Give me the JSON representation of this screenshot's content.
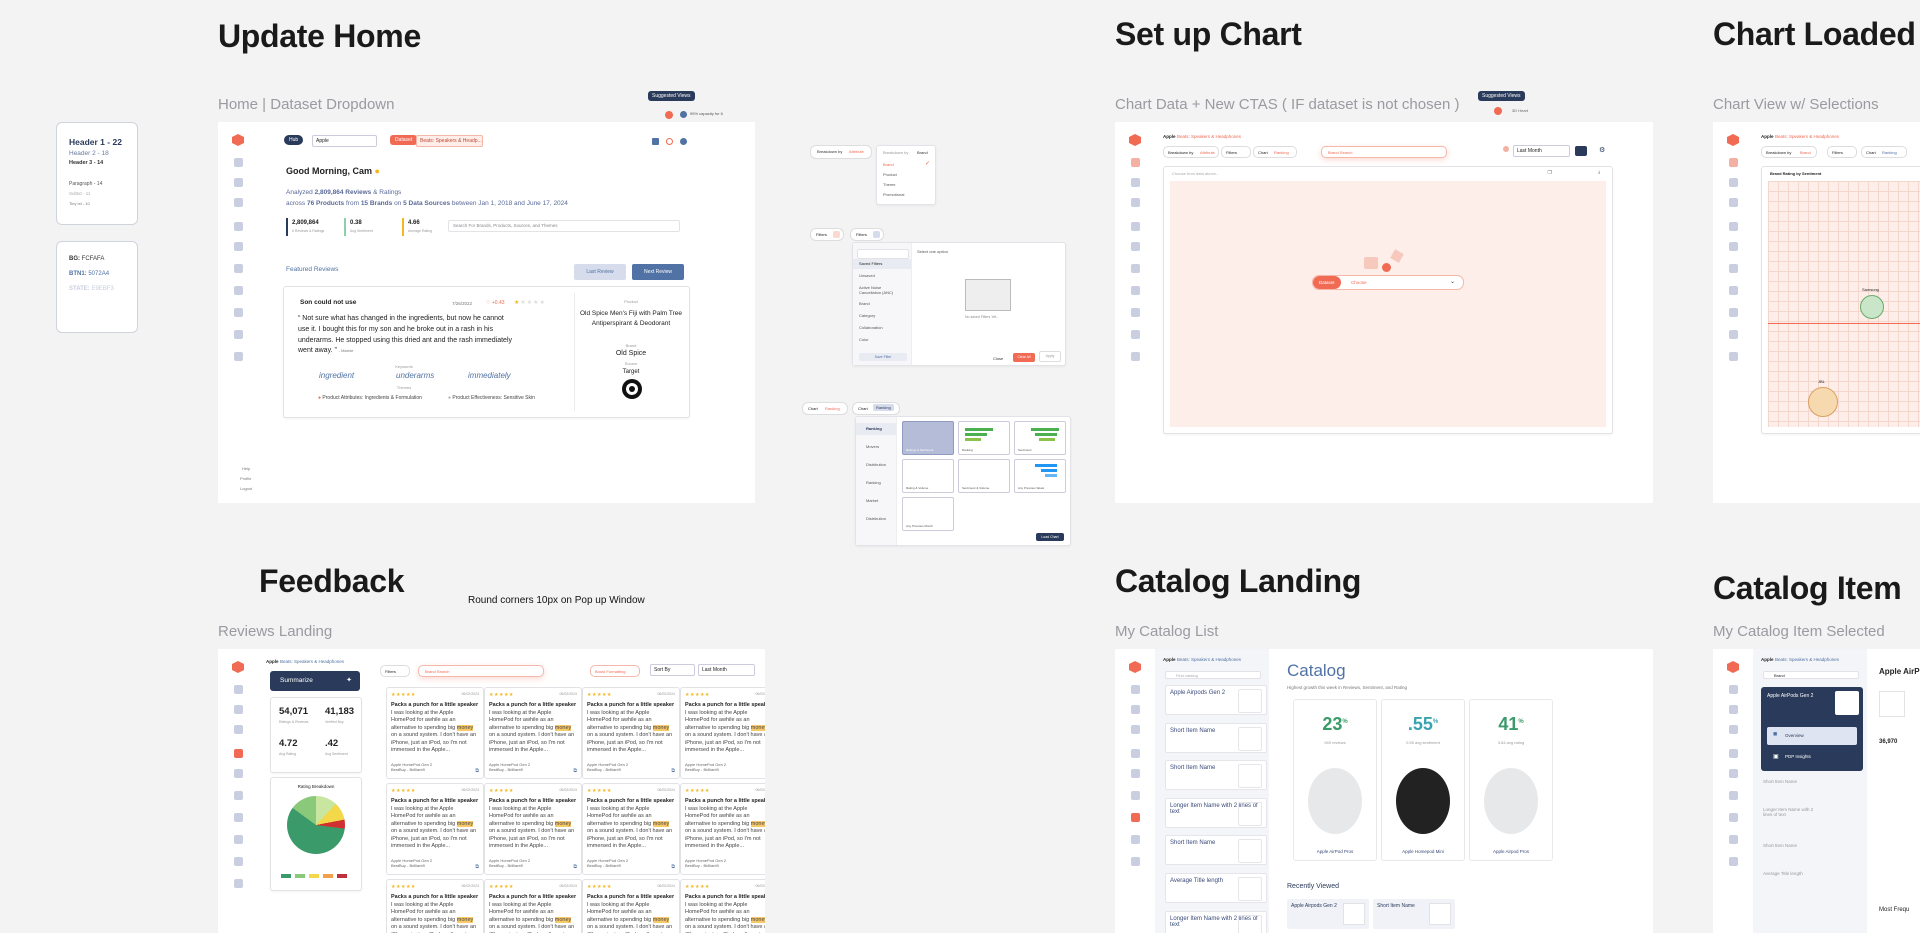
{
  "sections": {
    "update_home": {
      "title": "Update Home",
      "subtitle": "Home | Dataset Dropdown"
    },
    "setup_chart": {
      "title": "Set up Chart",
      "subtitle": "Chart Data + New CTAS ( IF dataset is not chosen )"
    },
    "chart_loaded": {
      "title": "Chart Loaded",
      "subtitle": "Chart View w/ Selections"
    },
    "feedback": {
      "title": "Feedback",
      "subtitle": "Reviews Landing",
      "note": "Round corners 10px on Pop up Window"
    },
    "catalog_landing": {
      "title": "Catalog Landing",
      "subtitle": "My Catalog List"
    },
    "catalog_item": {
      "title": "Catalog Item",
      "subtitle": "My Catalog Item Selected"
    }
  },
  "style_notes": {
    "typography": {
      "h1": "Header 1 - 22",
      "h2": "Header 2 - 18",
      "h3": "Header 3 - 14",
      "p": "Paragraph - 14",
      "sub": "Subtxt - 11",
      "tiny": "Tiny txt - 10"
    },
    "colors": {
      "bg_label": "BG:",
      "bg": "FCFAFA",
      "btn_label": "BTN1:",
      "btn": "5072A4",
      "state_label": "STATE:",
      "state": "E9EBF3"
    }
  },
  "home": {
    "suggested_tip": "Suggested Views",
    "hub_label": "Hub",
    "company": "Apple",
    "dataset_label": "Dataset",
    "dataset_value": "Beats: Speakers & Headp...",
    "capacity": "95% capacity for 6",
    "greeting": "Good Morning, Cam",
    "analyzed_prefix": "Analyzed",
    "analyzed_reviews": "2,809,864 Reviews",
    "analyzed_suffix": "& Ratings",
    "across_prefix": "across",
    "products": "76 Products",
    "from": "from",
    "brands": "15 Brands",
    "on": "on",
    "sources": "5 Data Sources",
    "between": "between Jan 1, 2018 and June 17, 2024",
    "kpis": [
      {
        "value": "2,809,864",
        "label": "# Reviews & Ratings"
      },
      {
        "value": "0.38",
        "label": "Avg Sentiment"
      },
      {
        "value": "4.66",
        "label": "Average Rating"
      }
    ],
    "search_placeholder": "Search For Brands, Products, Sources, and Themes",
    "featured_label": "Featured Reviews",
    "last_review": "Last Review",
    "next_review": "Next Review",
    "review": {
      "title": "Son could not use",
      "date": "7/26/2022",
      "likes": "+0.43",
      "quote": "Not sure what has changed in the ingredients, but now he cannot use it. I bought this for my son and he broke out in a rash in his underarms. He stopped using this dried ant and the rash immediately went away.",
      "author": "- Marnie",
      "keywords_label": "Keywords",
      "keywords": [
        "ingredient",
        "underarms",
        "immediately"
      ],
      "themes_label": "Themes",
      "themes": [
        "Product Attributes: Ingredients & Formulation",
        "Product Effectiveness: Sensitive Skin"
      ],
      "product_label": "Product",
      "product": "Old Spice Men's Fiji with Palm Tree Antiperspirant & Deodorant",
      "brand_label": "Brand",
      "brand": "Old Spice",
      "source_label": "Source",
      "target_label": "Target"
    },
    "rail_footer": [
      "Help",
      "Profile",
      "Logout"
    ]
  },
  "popovers": {
    "breakdown_label": "Breakdown by",
    "breakdown_value": "Attribute",
    "breakdown_options": [
      "Brand",
      "Product",
      "Theme",
      "Promotional"
    ],
    "filters_label": "Filters",
    "filter_panel_items": [
      "Saved Filters",
      "Unsaved",
      "Active Noise Cancellation (ANC)",
      "Brand",
      "Category",
      "Collaboration",
      "Color"
    ],
    "filter_select_one": "Select one option",
    "filter_empty": "No saved Filters Yet...",
    "save_filter": "Save Filter",
    "close": "Close",
    "clear_all": "Clear All",
    "apply": "Apply",
    "chart_label": "Chart",
    "chart_value": "Ranking",
    "chart_types": [
      "Ranking",
      "Movers",
      "Distribution",
      "Ranking",
      "Market",
      "Distribution"
    ],
    "chart_thumbs": [
      "Ratings & Sentiment",
      "Ranking",
      "Sentiment",
      "Rating & Volume",
      "Sentiment & Volume",
      "Any Previous Week",
      "Any Previous Month"
    ],
    "load_chart": "Load Chart"
  },
  "setup": {
    "company": "Apple",
    "breadcrumb": "Beats: Speakers & Headphones",
    "breakdown": "Breakdown by",
    "breakdown_val": "Attribute",
    "filters": "Filters",
    "chart": "Chart",
    "chart_val": "Ranking",
    "brand_search": "Brand Search",
    "range": "Last Month",
    "suggested_tip": "Suggested Views",
    "saved_label": "3D Heart",
    "placeholder": "Choose from data above...",
    "dataset_label": "Dataset",
    "dataset_value": "Choose"
  },
  "loaded": {
    "company": "Apple",
    "breadcrumb": "Beats: Speakers & Headphones",
    "breakdown": "Breakdown by",
    "breakdown_val": "Brand",
    "filters": "Filters",
    "chart": "Chart",
    "chart_val": "Ranking",
    "chart_title": "Brand Rating by Sentiment",
    "bubble1": "Samsung",
    "bubble2": "JBL"
  },
  "feedback": {
    "company": "Apple",
    "breadcrumb": "Beats: Speakers & Headphones",
    "summarize": "Summarize",
    "stats": [
      {
        "value": "54,071",
        "label": "Ratings & Reviews"
      },
      {
        "value": "41,183",
        "label": "Verified Buy"
      },
      {
        "value": "4.72",
        "label": "Avg Rating"
      },
      {
        "value": ".42",
        "label": "Avg Sentiment"
      }
    ],
    "breakdown_title": "Rating Breakdown",
    "filters": "Filters",
    "brand_search": "Brand Search",
    "boost": "Boost Formatting",
    "sort": "Sort By",
    "range": "Last Month",
    "review_title": "Packs a punch for a little speaker",
    "review_date": "06/02/2024",
    "review_pre": "I was looking at the Apple HomePod for awhile as an alternative to spending big",
    "review_hl": "money",
    "review_post": "on a sound system. I don't have an iPhone, just an iPod, so I'm not immersed in the Apple...",
    "review_product": "Apple HomePod Gen 2",
    "review_source": "BestBuy - Brilliant9",
    "stars": "★★★★★"
  },
  "catalog": {
    "company": "Apple",
    "breadcrumb": "Beats: Speakers & Headphones",
    "search_placeholder": "Find catalog",
    "title": "Catalog",
    "subtitle": "Highest growth this week in Reviews, Sentiment, and Rating",
    "list": [
      "Apple Airpods Gen 2",
      "Short Item Name",
      "Short Item Name",
      "Longer Item Name with 2 lines of text",
      "Short Item Name",
      "Average Title length",
      "Longer Item Name with 2 lines of text"
    ],
    "cards": [
      {
        "value": "23",
        "suffix": "%",
        "label": "949 reviews",
        "product": "Apple AirPod Pros",
        "color": "#3a9a6a"
      },
      {
        "value": ".55",
        "suffix": "%",
        "label": "0.55 avg sentiment",
        "product": "Apple Homepod Mini",
        "color": "#3aa3b0"
      },
      {
        "value": "41",
        "suffix": "%",
        "label": "3.84 avg rating",
        "product": "Apple Airpod Pros",
        "color": "#3a9a6a"
      }
    ],
    "recent_label": "Recently Viewed",
    "recent": [
      "Apple Airpods Gen 2",
      "Short Item Name"
    ]
  },
  "catalog_item": {
    "company": "Apple",
    "breadcrumb": "Beats: Speakers & Headphones",
    "search_value": "Brand",
    "selected": "Apple AirPods Gen 2",
    "menu": [
      "Overview",
      "PDP Insights"
    ],
    "list": [
      "Short Item Name",
      "Longer Item Name with 2 lines of text",
      "Short Item Name",
      "Average Title length"
    ],
    "header": "Apple AirP",
    "stat": "36,970",
    "section": "Most Frequ"
  },
  "colors": {
    "accent": "#f06a54",
    "brand": "#2a3a5a",
    "btn1": "#5072A4",
    "bg": "#FCFAFA",
    "state": "#E9EBF3"
  }
}
